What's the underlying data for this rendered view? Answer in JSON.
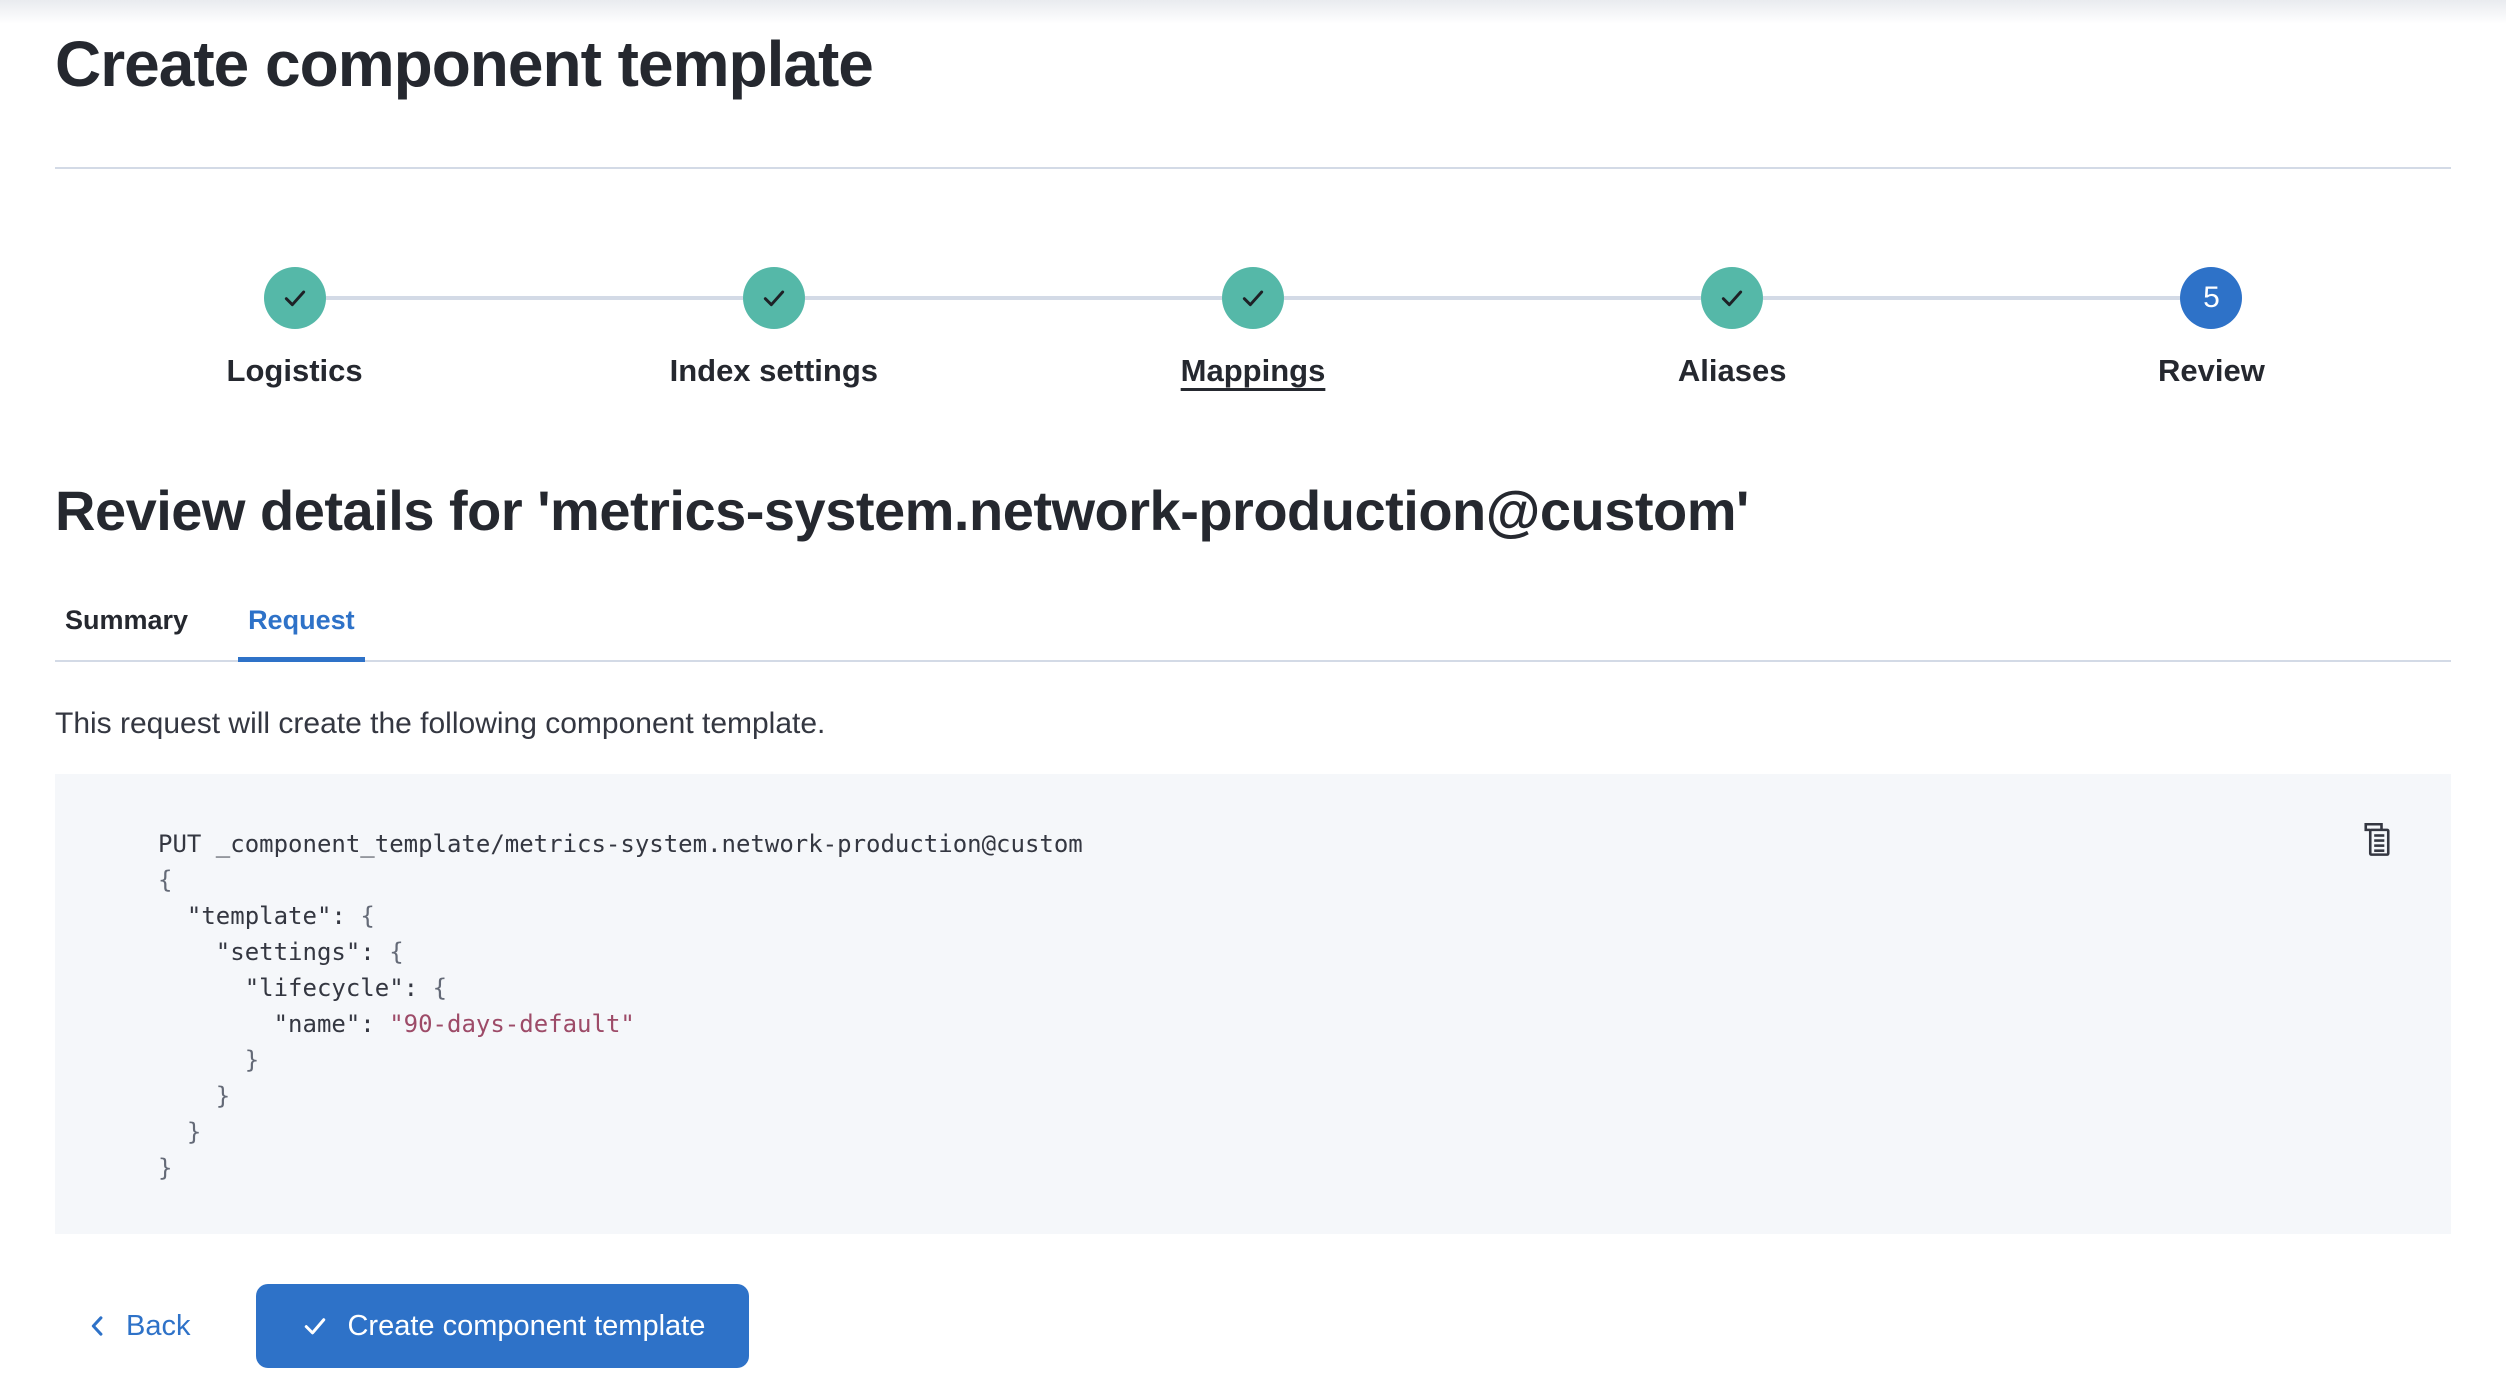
{
  "header": {
    "title": "Create component template"
  },
  "stepper": {
    "steps": [
      {
        "label": "Logistics",
        "status": "complete"
      },
      {
        "label": "Index settings",
        "status": "complete"
      },
      {
        "label": "Mappings",
        "status": "complete",
        "underlined": true
      },
      {
        "label": "Aliases",
        "status": "complete"
      },
      {
        "label": "Review",
        "status": "current",
        "number": "5"
      }
    ]
  },
  "review": {
    "heading": "Review details for 'metrics-system.network-production@custom'",
    "tabs": [
      {
        "label": "Summary",
        "active": false
      },
      {
        "label": "Request",
        "active": true
      }
    ],
    "description": "This request will create the following component template."
  },
  "request_preview": {
    "copy_icon": "copy-clipboard-icon",
    "lines": [
      {
        "tokens": [
          {
            "text": "PUT _component_template/metrics-system.network-production@custom",
            "type": "plain"
          }
        ]
      },
      {
        "tokens": [
          {
            "text": "{",
            "type": "punct"
          }
        ]
      },
      {
        "tokens": [
          {
            "text": "  ",
            "type": "plain"
          },
          {
            "text": "\"template\"",
            "type": "key"
          },
          {
            "text": ": ",
            "type": "plain"
          },
          {
            "text": "{",
            "type": "punct"
          }
        ]
      },
      {
        "tokens": [
          {
            "text": "    ",
            "type": "plain"
          },
          {
            "text": "\"settings\"",
            "type": "key"
          },
          {
            "text": ": ",
            "type": "plain"
          },
          {
            "text": "{",
            "type": "punct"
          }
        ]
      },
      {
        "tokens": [
          {
            "text": "      ",
            "type": "plain"
          },
          {
            "text": "\"lifecycle\"",
            "type": "key"
          },
          {
            "text": ": ",
            "type": "plain"
          },
          {
            "text": "{",
            "type": "punct"
          }
        ]
      },
      {
        "tokens": [
          {
            "text": "        ",
            "type": "plain"
          },
          {
            "text": "\"name\"",
            "type": "key"
          },
          {
            "text": ": ",
            "type": "plain"
          },
          {
            "text": "\"90-days-default\"",
            "type": "string"
          }
        ]
      },
      {
        "tokens": [
          {
            "text": "      }",
            "type": "punct"
          }
        ]
      },
      {
        "tokens": [
          {
            "text": "    }",
            "type": "punct"
          }
        ]
      },
      {
        "tokens": [
          {
            "text": "  }",
            "type": "punct"
          }
        ]
      },
      {
        "tokens": [
          {
            "text": "}",
            "type": "punct"
          }
        ]
      }
    ]
  },
  "footer": {
    "back_label": "Back",
    "create_label": "Create component template"
  },
  "colors": {
    "primary_blue": "#2E72C8",
    "success_teal": "#55B8A8",
    "code_string": "#9D4B68",
    "divider": "#D3DAE6",
    "code_bg": "#F5F7FA",
    "text": "#343741"
  }
}
